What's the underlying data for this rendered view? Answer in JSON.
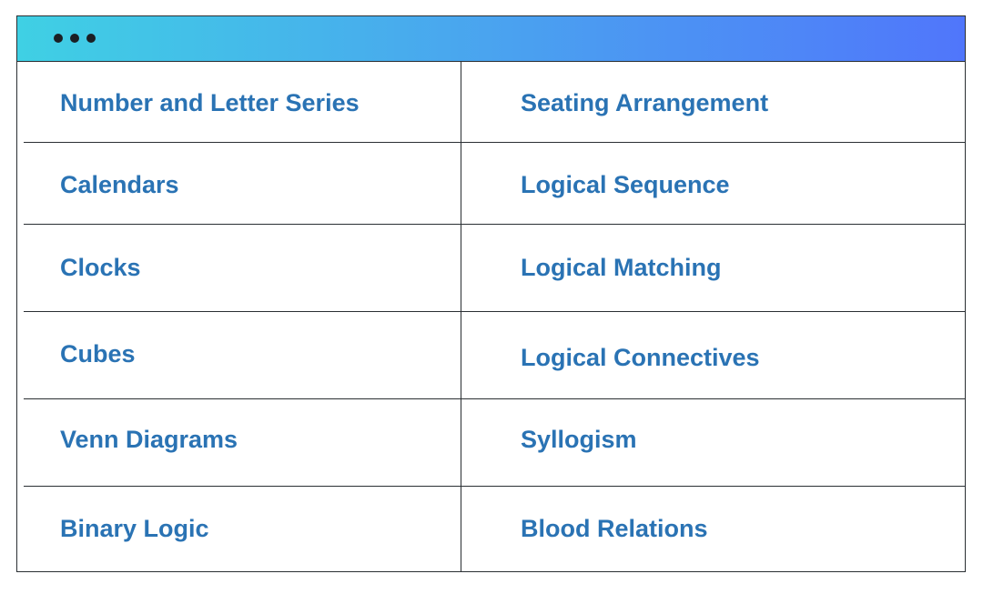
{
  "window": {
    "controls": [
      "dot-1",
      "dot-2",
      "dot-3"
    ]
  },
  "topics": {
    "left": [
      "Number and Letter Series",
      "Calendars",
      "Clocks",
      "Cubes",
      "Venn Diagrams",
      "Binary Logic"
    ],
    "right": [
      "Seating Arrangement",
      "Logical Sequence",
      "Logical Matching",
      "Logical Connectives",
      "Syllogism",
      "Blood Relations"
    ]
  },
  "colors": {
    "titlebar_gradient": [
      "#3fd0e4",
      "#49a8ee",
      "#5076fb"
    ],
    "text": "#2a73b4",
    "border": "#2a2f33"
  }
}
